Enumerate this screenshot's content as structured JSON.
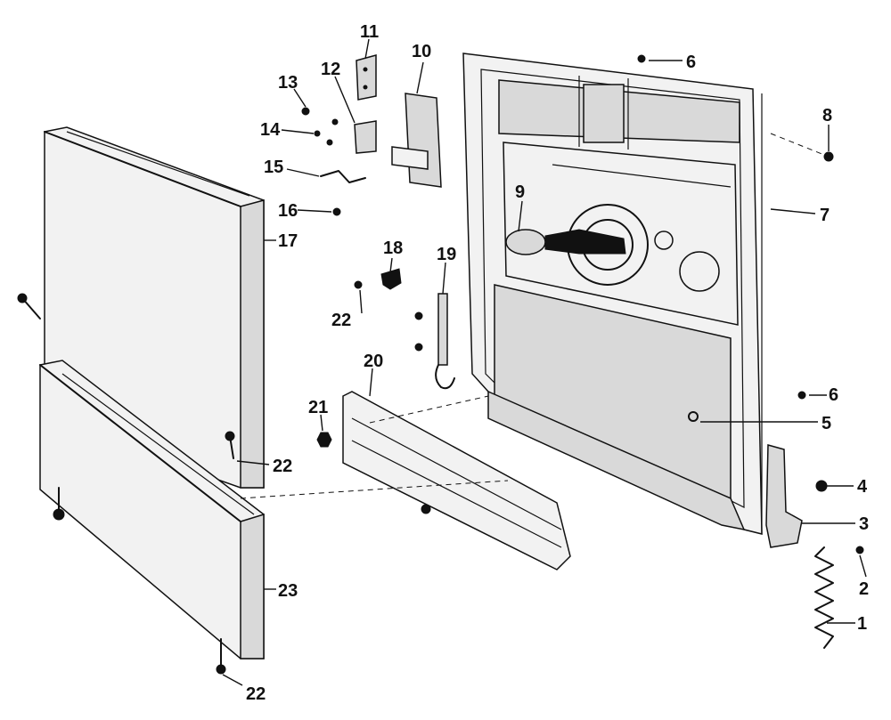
{
  "callouts": {
    "c1": "1",
    "c2": "2",
    "c3": "3",
    "c4": "4",
    "c5": "5",
    "c6a": "6",
    "c6b": "6",
    "c7": "7",
    "c8": "8",
    "c9": "9",
    "c10": "10",
    "c11": "11",
    "c12": "12",
    "c13": "13",
    "c14": "14",
    "c15": "15",
    "c16": "16",
    "c17": "17",
    "c18": "18",
    "c19": "19",
    "c20": "20",
    "c21": "21",
    "c22a": "22",
    "c22b": "22",
    "c22c": "22",
    "c23": "23"
  }
}
